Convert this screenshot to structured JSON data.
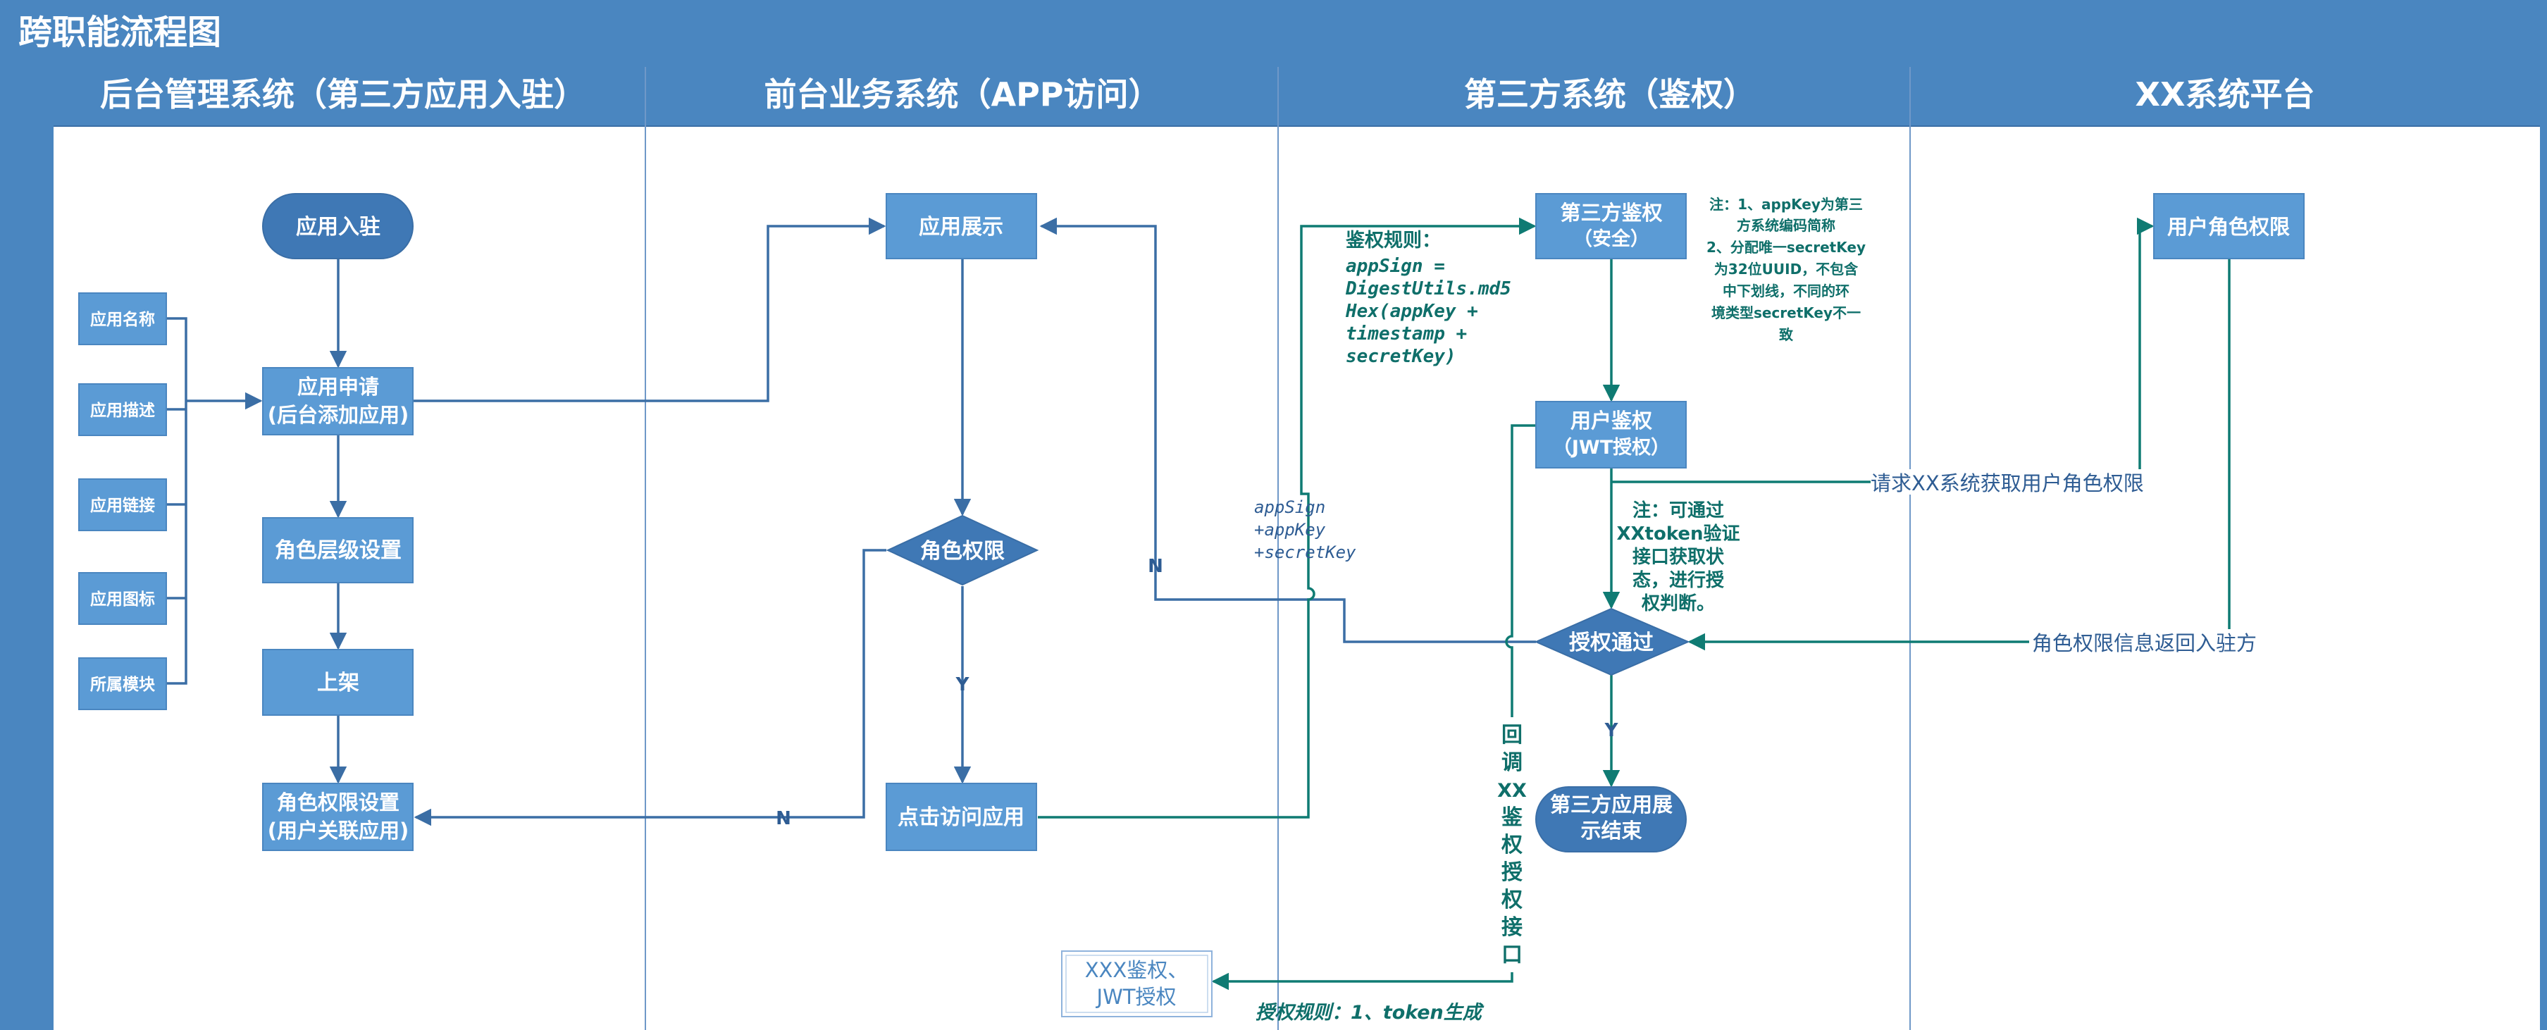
{
  "title": "跨职能流程图",
  "lanes": [
    "后台管理系统（第三方应用入驻）",
    "前台业务系统（APP访问）",
    "第三方系统（鉴权）",
    "XX系统平台"
  ],
  "nodes": {
    "app_entry": "应用入驻",
    "app_name": "应用名称",
    "app_desc": "应用描述",
    "app_link": "应用链接",
    "app_icon": "应用图标",
    "app_module": "所属模块",
    "app_apply_1": "应用申请",
    "app_apply_2": "(后台添加应用)",
    "role_level": "角色层级设置",
    "publish": "上架",
    "role_perm_1": "角色权限设置",
    "role_perm_2": "(用户关联应用)",
    "app_display": "应用展示",
    "role_check": "角色权限",
    "click_access": "点击访问应用",
    "xxx_auth_1": "XXX鉴权、",
    "xxx_auth_2": "JWT授权",
    "third_auth_1": "第三方鉴权",
    "third_auth_2": "（安全）",
    "user_auth_1": "用户鉴权",
    "user_auth_2": "（JWT授权）",
    "auth_pass": "授权通过",
    "third_end_1": "第三方应用展",
    "third_end_2": "示结束",
    "user_role_perm": "用户角色权限"
  },
  "edge_labels": {
    "n_left": "N",
    "y_mid": "Y",
    "n_mid": "N",
    "y_right": "Y",
    "request_role": "请求XX系统获取用户角色权限",
    "return_role": "角色权限信息返回入驻方"
  },
  "notes": {
    "auth_rule": [
      "鉴权规则：",
      "appSign =",
      "DigestUtils.md5",
      "Hex(appKey +",
      "timestamp +",
      "secretKey)"
    ],
    "app_sign": [
      "appSign",
      "+appKey",
      "+secretKey"
    ],
    "key_note": [
      "注：1、appKey为第三",
      "方系统编码简称",
      "2、分配唯一secretKey",
      "为32位UUID，不包含",
      "中下划线，不同的环",
      "境类型secretKey不一",
      "致"
    ],
    "token_note": [
      "注：可通过",
      "XXtoken验证",
      "接口获取状",
      "态，进行授",
      "权判断。"
    ],
    "callback": [
      "回",
      "调",
      "XX",
      "鉴",
      "权",
      "授",
      "权",
      "接",
      "口"
    ],
    "grant_rule": "授权规则：1、token生成"
  }
}
